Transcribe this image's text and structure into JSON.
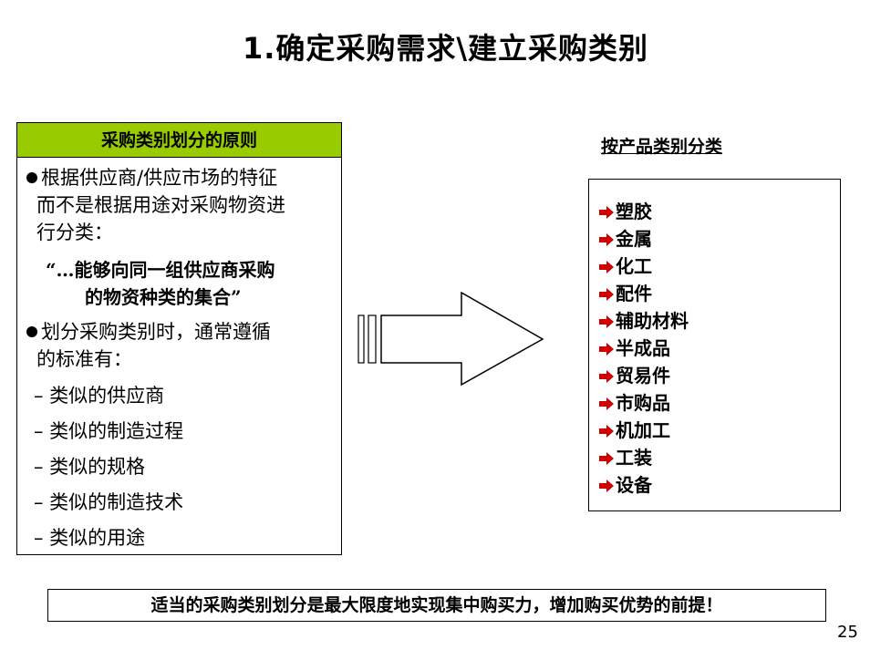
{
  "title": "1.确定采购需求\\建立采购类别",
  "left_panel": {
    "header": "采购类别划分的原则",
    "para1": [
      "根据供应商/供应市场的特征",
      "而不是根据用途对采购物资进",
      "行分类："
    ],
    "quote": [
      "“…能够向同一组供应商采购",
      "的物资种类的集合”"
    ],
    "para2": [
      "划分采购类别时，通常遵循",
      "的标准有："
    ],
    "criteria": [
      "– 类似的供应商",
      "– 类似的制造过程",
      "– 类似的规格",
      "– 类似的制造技术",
      "– 类似的用途"
    ]
  },
  "right_panel": {
    "heading": "按产品类别分类",
    "categories": [
      "塑胶",
      "金属",
      "化工",
      "配件",
      "辅助材料",
      "半成品",
      "贸易件",
      "市购品",
      "机加工",
      "工装",
      "设备"
    ],
    "icon_color": "#cc0000",
    "icon": "red-arrow-icon"
  },
  "bottom_note": "适当的采购类别划分是最大限度地实现集中购买力，增加购买优势的前提！",
  "page_number": "25",
  "colors": {
    "header_green": "#99cc00"
  }
}
